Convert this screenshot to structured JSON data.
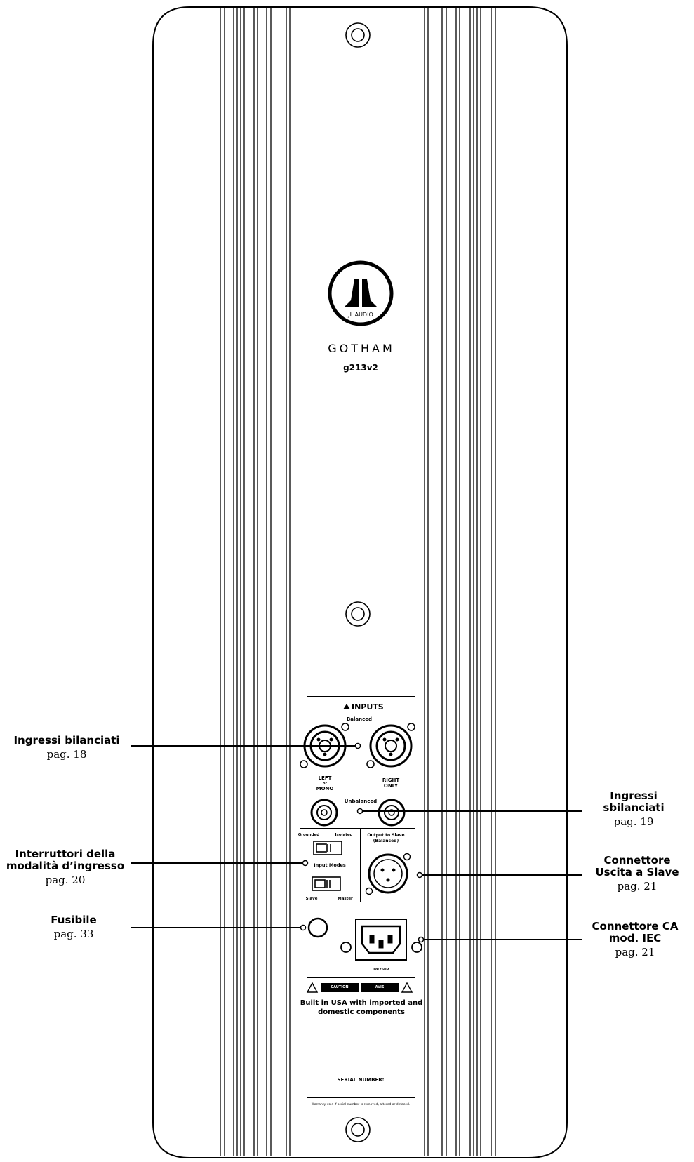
{
  "panel": {
    "brand_logo": "JL AUDIO",
    "product_name": "GOTHAM",
    "model": "g213v2",
    "inputs_header": "INPUTS",
    "balanced_label": "Balanced",
    "left_label_line1": "LEFT",
    "left_label_line2": "or",
    "left_label_line3": "MONO",
    "right_label_line1": "RIGHT",
    "right_label_line2": "ONLY",
    "unbalanced_label": "Unbalanced",
    "grounded_label": "Grounded",
    "isolated_label": "Isolated",
    "input_modes_label": "Input Modes",
    "slave_label": "Slave",
    "master_label": "Master",
    "output_slave_line1": "Output to Slave",
    "output_slave_line2": "(Balanced)",
    "iec_rating": "T8/250V",
    "caution_label": "CAUTION",
    "avis_label": "AVIS",
    "built_line1": "Built in USA with imported and",
    "built_line2": "domestic components",
    "serial_label": "SERIAL NUMBER:",
    "warranty_note": "Warranty void if serial number is removed, altered or defaced."
  },
  "callouts": [
    {
      "id": "balanced-inputs",
      "title": "Ingressi bilanciati",
      "page": "pag. 18"
    },
    {
      "id": "unbalanced-inputs",
      "title": "Ingressi sbilanciati",
      "page": "pag. 19"
    },
    {
      "id": "input-mode-switches",
      "title": "Interruttori della modalità d’ingresso",
      "page": "pag. 20"
    },
    {
      "id": "slave-output",
      "title": "Connettore Uscita a Slave",
      "page": "pag. 21"
    },
    {
      "id": "fuse",
      "title": "Fusibile",
      "page": "pag. 33"
    },
    {
      "id": "iec-connector",
      "title": "Connettore CA mod. IEC",
      "page": "pag. 21"
    }
  ]
}
